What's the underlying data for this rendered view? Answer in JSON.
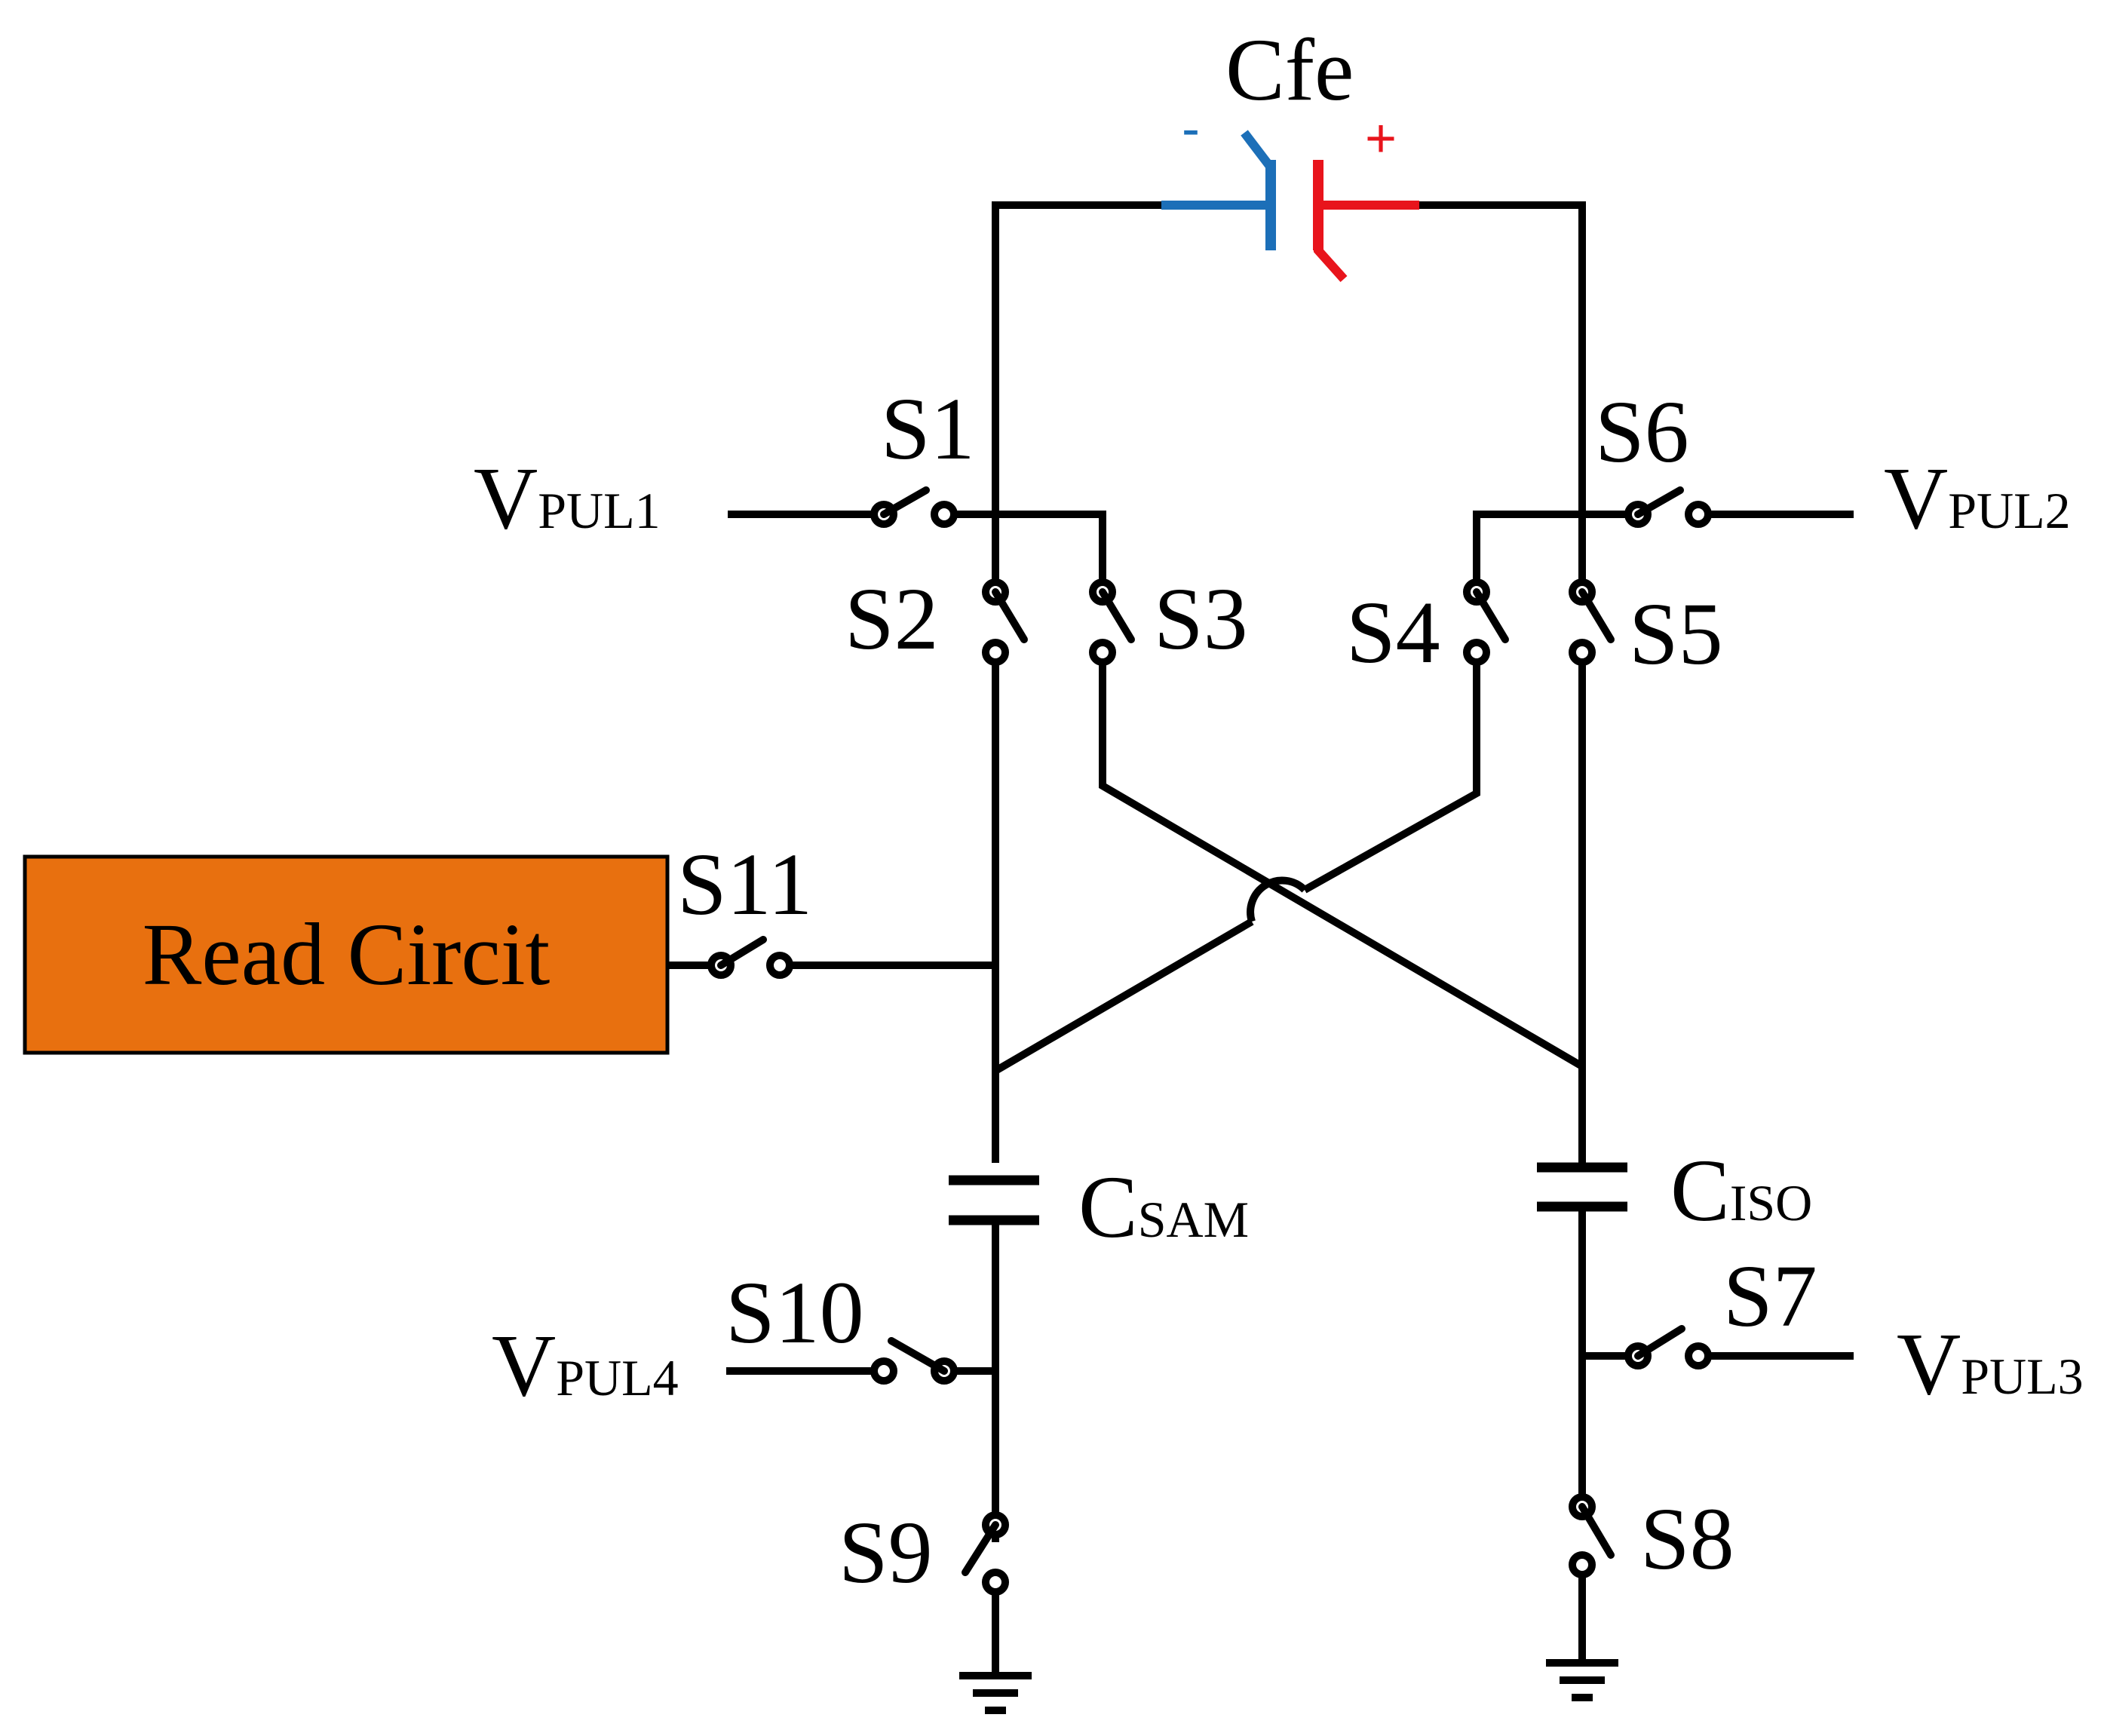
{
  "capacitor_fe": {
    "label": "Cfe",
    "neg_mark": "-",
    "pos_mark": "+",
    "neg_color": "#1c6fb8",
    "pos_color": "#e8141c"
  },
  "switches": {
    "s1": "S1",
    "s2": "S2",
    "s3": "S3",
    "s4": "S4",
    "s5": "S5",
    "s6": "S6",
    "s7": "S7",
    "s8": "S8",
    "s9": "S9",
    "s10": "S10",
    "s11": "S11"
  },
  "sources": {
    "vpul1": {
      "main": "V",
      "sub": "PUL1"
    },
    "vpul2": {
      "main": "V",
      "sub": "PUL2"
    },
    "vpul3": {
      "main": "V",
      "sub": "PUL3"
    },
    "vpul4": {
      "main": "V",
      "sub": "PUL4"
    }
  },
  "capacitors": {
    "csam": {
      "main": "C",
      "sub": "SAM"
    },
    "ciso": {
      "main": "C",
      "sub": "ISO"
    }
  },
  "read_circuit": {
    "label": "Read Circit",
    "fill": "#e8700f"
  },
  "colors": {
    "wire": "#000000"
  }
}
